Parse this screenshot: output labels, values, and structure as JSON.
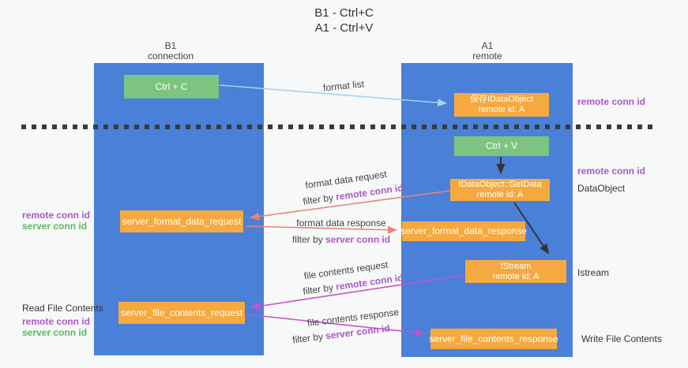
{
  "title": {
    "line1": "B1 - Ctrl+C",
    "line2": "A1 - Ctrl+V"
  },
  "columns": {
    "left": {
      "name": "B1",
      "role": "connection"
    },
    "right": {
      "name": "A1",
      "role": "remote"
    }
  },
  "boxes": {
    "ctrl_c": {
      "label": "Ctrl + C"
    },
    "ctrl_v": {
      "label": "Ctrl + V"
    },
    "save_idataobject": {
      "line1": "保存IDataObject",
      "line2": "remote id: A"
    },
    "getdata": {
      "line1": "IDataObject::GetData",
      "line2": "remote id: A"
    },
    "istream": {
      "line1": "IStream",
      "line2": "remote id: A"
    },
    "server_format_data_request": {
      "label": "server_format_data_request"
    },
    "server_format_data_response": {
      "label": "server_format_data_response"
    },
    "server_file_contents_request": {
      "label": "server_file_contents_request"
    },
    "server_file_contents_response": {
      "label": "server_file_contents_response"
    }
  },
  "flow_labels": {
    "format_list": "format list",
    "format_data_request": "format data request",
    "format_data_response": "format data response",
    "file_contents_request": "file contents request",
    "file_contents_response": "file contents response",
    "filter_by": "filter by",
    "remote_conn_id": "remote conn id",
    "server_conn_id": "server conn id"
  },
  "side_labels": {
    "left_format": {
      "remote": "remote conn id",
      "server": "server conn id"
    },
    "left_file": {
      "title": "Read File Contents",
      "remote": "remote conn id",
      "server": "server conn id"
    },
    "right_top": "remote conn id",
    "right_paste": "remote conn id",
    "right_dataobject": "DataObject",
    "right_istream": "Istream",
    "right_write": "Write File Contents"
  },
  "colors": {
    "background": "#F7F8F8",
    "column_blue": "#4A80D8",
    "box_green": "#7CC47F",
    "box_orange": "#F6A93F",
    "arrow_blue": "#A6D3F0",
    "arrow_black": "#333333",
    "arrow_salmon": "#E8837A",
    "arrow_magenta": "#C853C8",
    "label_purple": "#AB57C6",
    "label_green": "#5CB85C",
    "text_dark": "#333333",
    "dash": "#3B3B3B"
  }
}
